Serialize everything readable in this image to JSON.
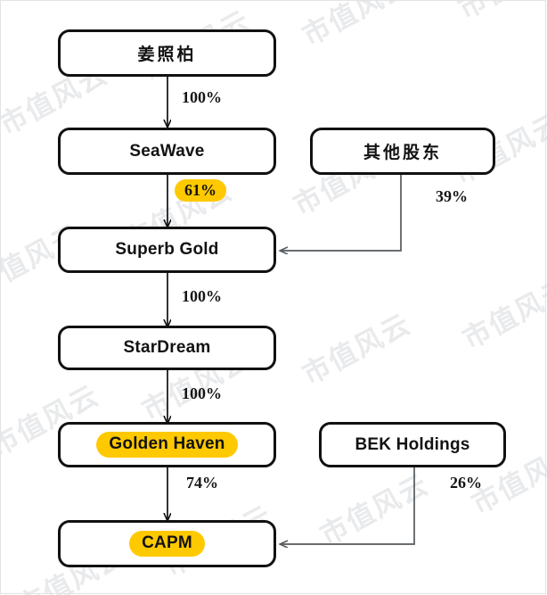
{
  "diagram": {
    "type": "ownership-structure-chart",
    "title_visible": false,
    "background": "#ffffff",
    "highlight_color": "#FFC900",
    "line_color": "#111111",
    "watermark_text": "市值风云",
    "watermark_color": "#e9eaec",
    "nodes": [
      {
        "id": "jiang",
        "label": "姜照柏",
        "script": "cjk",
        "highlight": false
      },
      {
        "id": "seawave",
        "label": "SeaWave",
        "script": "latin",
        "highlight": false
      },
      {
        "id": "others",
        "label": "其他股东",
        "script": "cjk",
        "highlight": false
      },
      {
        "id": "superbgold",
        "label": "Superb Gold",
        "script": "latin",
        "highlight": false
      },
      {
        "id": "stardream",
        "label": "StarDream",
        "script": "latin",
        "highlight": false
      },
      {
        "id": "goldenhaven",
        "label": "Golden Haven",
        "script": "latin",
        "highlight": true
      },
      {
        "id": "bek",
        "label": "BEK Holdings",
        "script": "latin",
        "highlight": false
      },
      {
        "id": "capm",
        "label": "CAPM",
        "script": "latin",
        "highlight": true
      }
    ],
    "edges": [
      {
        "from": "jiang",
        "to": "seawave",
        "label": "100%",
        "highlight": false
      },
      {
        "from": "seawave",
        "to": "superbgold",
        "label": "61%",
        "highlight": true
      },
      {
        "from": "others",
        "to": "superbgold",
        "label": "39%",
        "highlight": false
      },
      {
        "from": "superbgold",
        "to": "stardream",
        "label": "100%",
        "highlight": false
      },
      {
        "from": "stardream",
        "to": "goldenhaven",
        "label": "100%",
        "highlight": false
      },
      {
        "from": "goldenhaven",
        "to": "capm",
        "label": "74%",
        "highlight": false
      },
      {
        "from": "bek",
        "to": "capm",
        "label": "26%",
        "highlight": false
      }
    ]
  }
}
